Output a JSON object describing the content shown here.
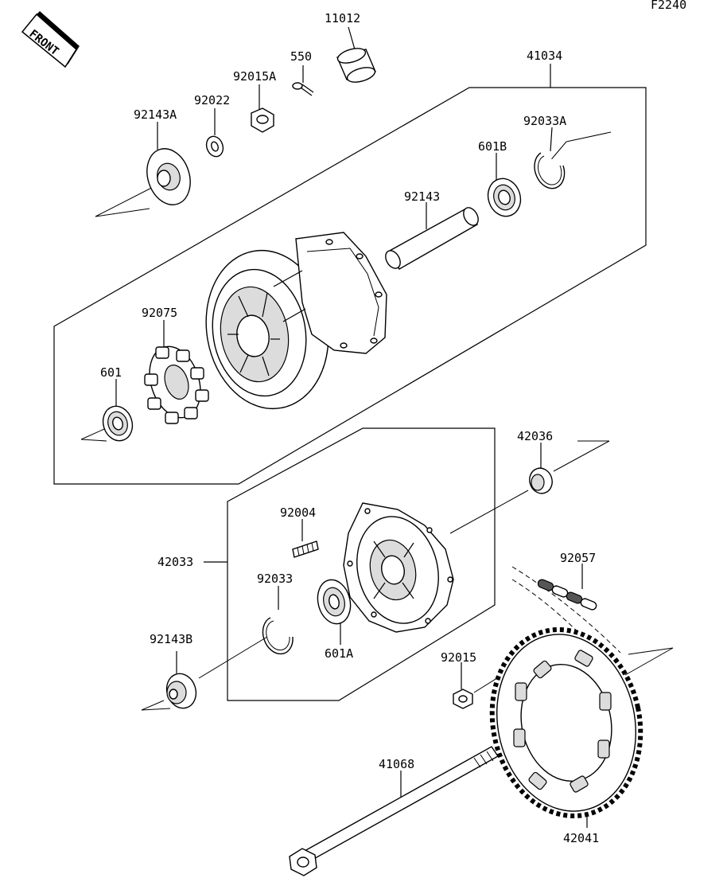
{
  "diagram": {
    "code": "F2240",
    "front_label": "FRONT",
    "labels": {
      "p11012": "11012",
      "p550": "550",
      "p92015A": "92015A",
      "p92022": "92022",
      "p92143A": "92143A",
      "p41034": "41034",
      "p92033A": "92033A",
      "p601B": "601B",
      "p92143": "92143",
      "p92075": "92075",
      "p601": "601",
      "p42036": "42036",
      "p92004": "92004",
      "p42033": "42033",
      "p92033": "92033",
      "p601A": "601A",
      "p92143B": "92143B",
      "p92057": "92057",
      "p92015": "92015",
      "p41068": "41068",
      "p42041": "42041"
    }
  }
}
